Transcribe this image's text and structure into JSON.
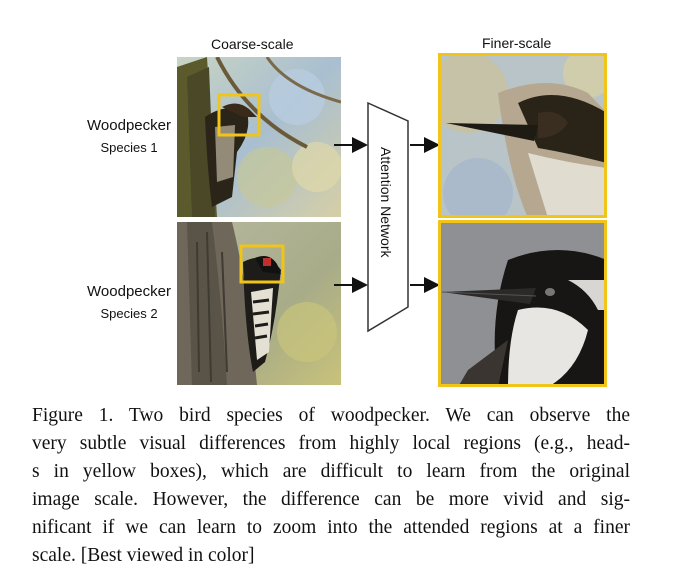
{
  "figure": {
    "coarse_label": "Coarse-scale",
    "finer_label": "Finer-scale",
    "network_label": "Attention Network",
    "species": [
      {
        "name": "Woodpecker",
        "sub": "Species 1"
      },
      {
        "name": "Woodpecker",
        "sub": "Species 2"
      }
    ],
    "colors": {
      "highlight": "#f0c419",
      "arrow": "#111111"
    }
  },
  "caption": {
    "lines": [
      "Figure 1. Two bird species of woodpecker.  We can observe the",
      "very subtle visual differences from highly local regions (e.g., head-",
      "s in yellow boxes), which are difficult to learn from the original",
      "image scale.  However, the difference can be more vivid and sig-",
      "nificant if we can learn to zoom into the attended regions at a finer",
      "scale. [Best viewed in color]"
    ]
  }
}
